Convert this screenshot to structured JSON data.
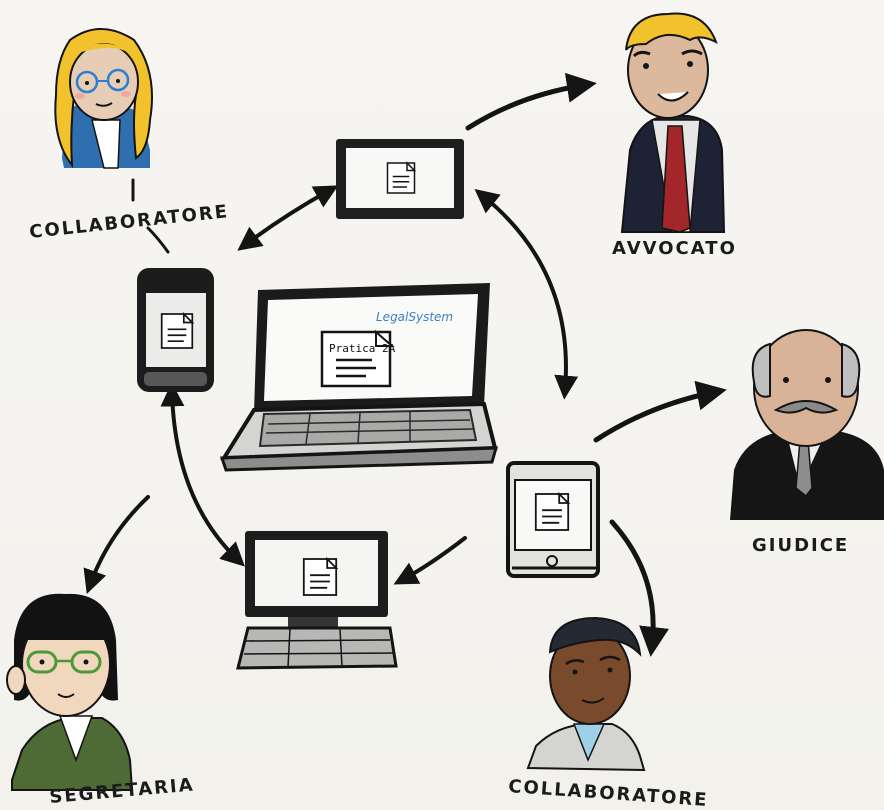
{
  "roles": {
    "collaboratore_top": "COLLABORATORE",
    "avvocato": "AVVOCATO",
    "giudice": "GIUDICE",
    "segretaria": "SEGRETARIA",
    "collaboratore_bottom": "COLLABORATORE"
  },
  "laptop": {
    "brand": "LegalSystem",
    "document": "Pratica 2A"
  },
  "icons": {
    "devices": [
      "monitor",
      "smartphone",
      "laptop",
      "tablet",
      "desktop-computer"
    ],
    "document": "document-icon"
  },
  "colors": {
    "ink": "#141414",
    "brand_blue": "#3a7fc2",
    "hair_blonde": "#f2c22c",
    "judge_robe": "#151515",
    "tie_red": "#a3262a",
    "segretaria_jacket": "#4e6b35"
  }
}
